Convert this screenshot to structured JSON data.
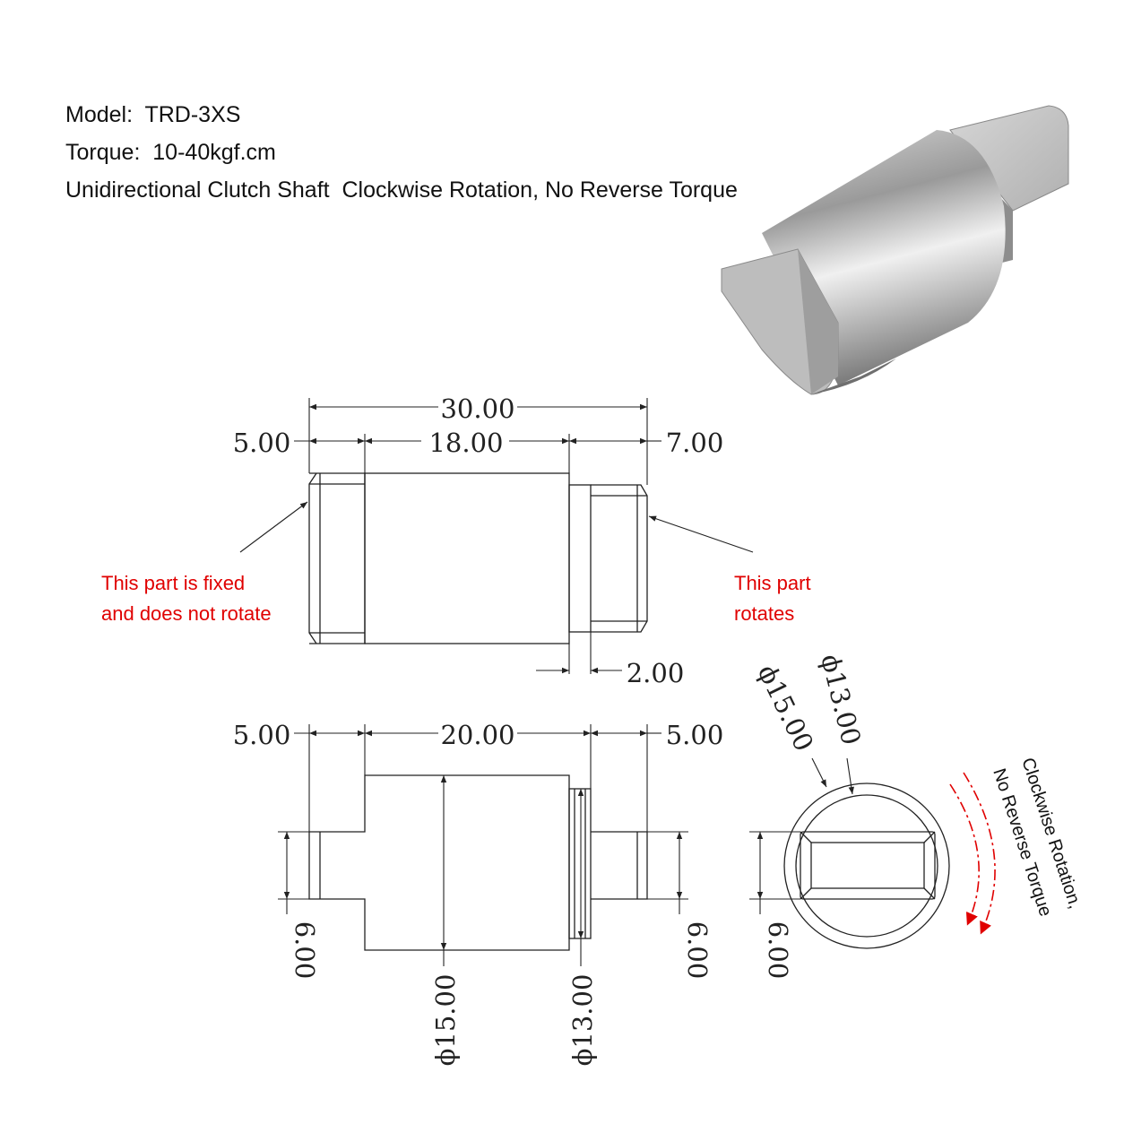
{
  "specs": {
    "model": "Model:  TRD-3XS",
    "torque": "Torque:  10-40kgf.cm",
    "description": "Unidirectional Clutch Shaft  Clockwise Rotation, No Reverse Torque"
  },
  "top_view": {
    "total_length": "30.00",
    "left_length": "5.00",
    "body_length": "18.00",
    "right_length": "7.00",
    "gap": "2.00",
    "note_fixed_line1": "This part is fixed",
    "note_fixed_line2": "and does not rotate",
    "note_rotates_line1": "This part",
    "note_rotates_line2": "rotates"
  },
  "side_view": {
    "left_length": "5.00",
    "body_length": "20.00",
    "right_length": "5.00",
    "left_flat": "6.00",
    "right_flat": "6.00",
    "body_diameter": "ϕ15.00",
    "collar_diameter": "ϕ13.00"
  },
  "end_view": {
    "outer_diameter": "ϕ15.00",
    "inner_diameter": "ϕ13.00",
    "flat": "6.00",
    "rotation_line1": "Clockwise Rotation,",
    "rotation_line2": "No Reverse Torque"
  },
  "colors": {
    "note": "#e00000",
    "line": "#222222",
    "arrow": "#e00000"
  }
}
